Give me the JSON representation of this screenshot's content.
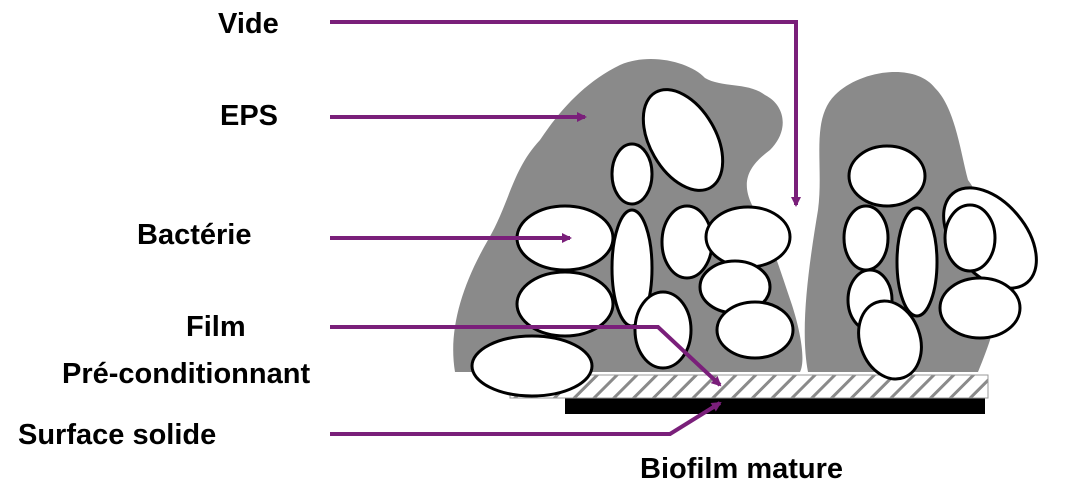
{
  "labels": {
    "vide": "Vide",
    "eps": "EPS",
    "bacterie": "Bactérie",
    "film_line1": "Film",
    "film_line2": "Pré-conditionnant",
    "surface": "Surface solide",
    "caption": "Biofilm mature"
  },
  "colors": {
    "arrow": "#7a1f7a",
    "eps": "#8a8a8a",
    "cell_fill": "#ffffff",
    "cell_stroke": "#000000",
    "surface": "#000000",
    "hatch": "#8a8a8a"
  }
}
